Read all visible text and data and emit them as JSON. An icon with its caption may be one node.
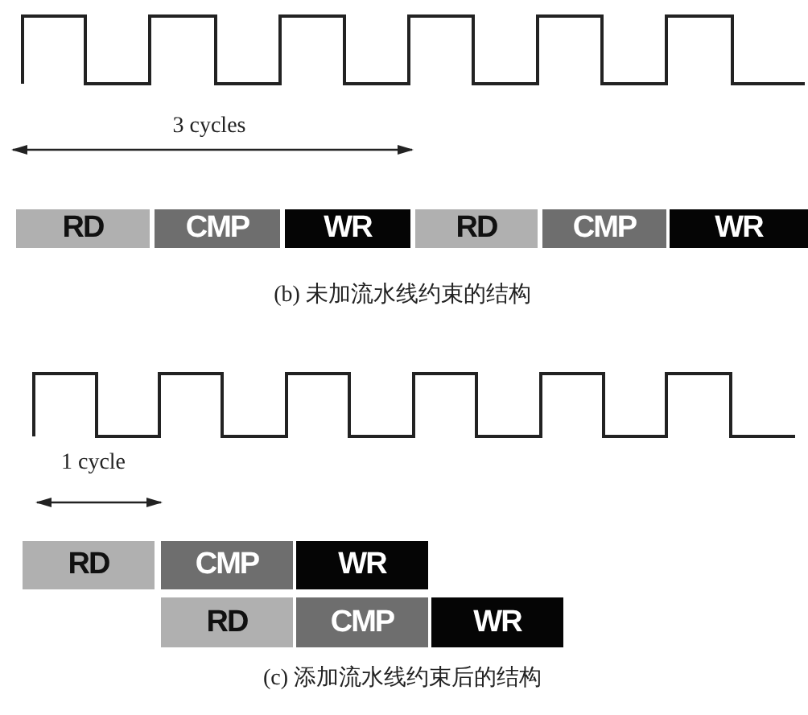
{
  "diagram": {
    "nodes": [
      {
        "text": [
          "RD"
        ]
      },
      {
        "text": [
          "CMP"
        ]
      },
      {
        "text": [
          "WR"
        ]
      },
      {
        "text": [
          "RD"
        ]
      },
      {
        "text": [
          "CMP"
        ]
      },
      {
        "text": [
          "WR"
        ]
      },
      {
        "text": [
          "RD"
        ]
      },
      {
        "text": [
          "CMP"
        ]
      },
      {
        "text": [
          "WR"
        ]
      },
      {
        "text": [
          "RD"
        ]
      },
      {
        "text": [
          "CMP"
        ]
      },
      {
        "text": [
          "WR"
        ]
      }
    ],
    "labels": [
      "3 cycles",
      "(b) 未加流水线约束的结构",
      "1 cycle",
      "(c) 添加流水线约束后的结构"
    ]
  }
}
